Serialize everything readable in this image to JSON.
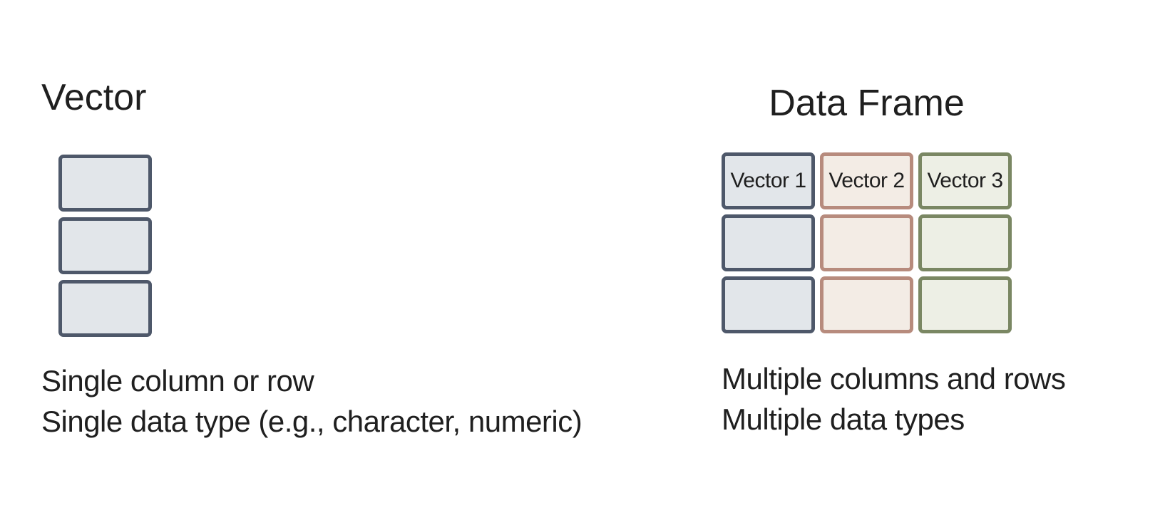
{
  "colors": {
    "background": "#ffffff",
    "text": "#1f1f1f",
    "vector_border": "#4e586a",
    "vector_fill": "#e2e6ea"
  },
  "vector_panel": {
    "title": "Vector",
    "cell_count": 3,
    "caption_line1": "Single column or row",
    "caption_line2": "Single data type (e.g., character, numeric)"
  },
  "dataframe_panel": {
    "title": "Data Frame",
    "columns": [
      {
        "header": "Vector 1",
        "border": "#4e586a",
        "fill": "#e2e6ea"
      },
      {
        "header": "Vector 2",
        "border": "#b78b7d",
        "fill": "#f3ece5"
      },
      {
        "header": "Vector 3",
        "border": "#7a8763",
        "fill": "#edefe5"
      }
    ],
    "body_rows_per_column": 2,
    "caption_line1": "Multiple columns and rows",
    "caption_line2": "Multiple data types"
  }
}
